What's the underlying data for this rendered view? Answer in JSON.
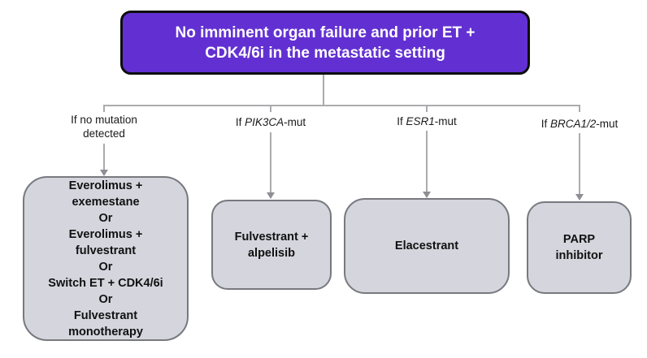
{
  "root": {
    "line1": "No imminent organ failure and prior ET +",
    "line2": "CDK4/6i in the metastatic setting"
  },
  "branches": [
    {
      "condition_line1": "If no mutation",
      "condition_line2": "detected",
      "box_lines": [
        "Everolimus +",
        "exemestane",
        "Or",
        "Everolimus +",
        "fulvestrant",
        "Or",
        "Switch ET + CDK4/6i",
        "Or",
        "Fulvestrant",
        "monotherapy"
      ]
    },
    {
      "condition_pre": "If ",
      "condition_gene": "PIK3CA",
      "condition_post": "-mut",
      "box_lines": [
        "Fulvestrant +",
        "alpelisib"
      ]
    },
    {
      "condition_pre": "If ",
      "condition_gene": "ESR1",
      "condition_post": "-mut",
      "box_lines": [
        "Elacestrant"
      ]
    },
    {
      "condition_pre": "If ",
      "condition_gene": "BRCA1/2",
      "condition_post": "-mut",
      "box_lines": [
        "PARP",
        "inhibitor"
      ]
    }
  ],
  "colors": {
    "root_fill": "#6230D2",
    "root_border": "#0D0D0D",
    "root_text": "#FFFFFF",
    "treatment_box_fill": "#D5D5DE",
    "treatment_box_border": "#77797E",
    "connector_line": "#ABABAF",
    "arrowhead": "#8E8E93"
  }
}
